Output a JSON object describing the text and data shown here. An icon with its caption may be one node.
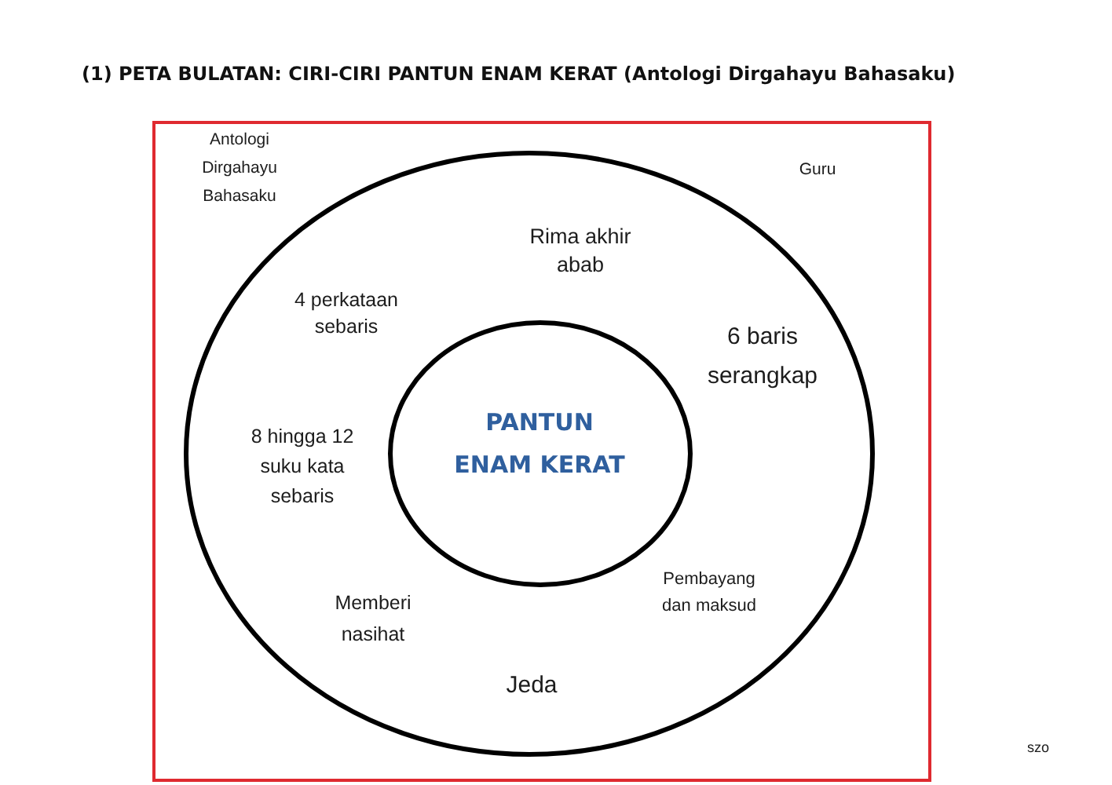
{
  "diagram": {
    "title": "(1) PETA BULATAN: CIRI-CIRI PANTUN ENAM KERAT (Antologi Dirgahayu Bahasaku)",
    "nodes": [
      {
        "text": [
          "Antologi Dirgahayu Bahasaku",
          "Guru"
        ]
      },
      {
        "text": [
          "Rima akhir abab",
          "4 perkataan sebaris",
          "6 baris serangkap",
          "8 hingga 12 suku kata sebaris",
          "Pembayang dan maksud",
          "Memberi nasihat",
          "Jeda"
        ],
        "in": 0
      },
      {
        "text": [
          "PANTUN ENAM KERAT"
        ],
        "in": 1
      }
    ],
    "labels": [
      "szo"
    ]
  }
}
